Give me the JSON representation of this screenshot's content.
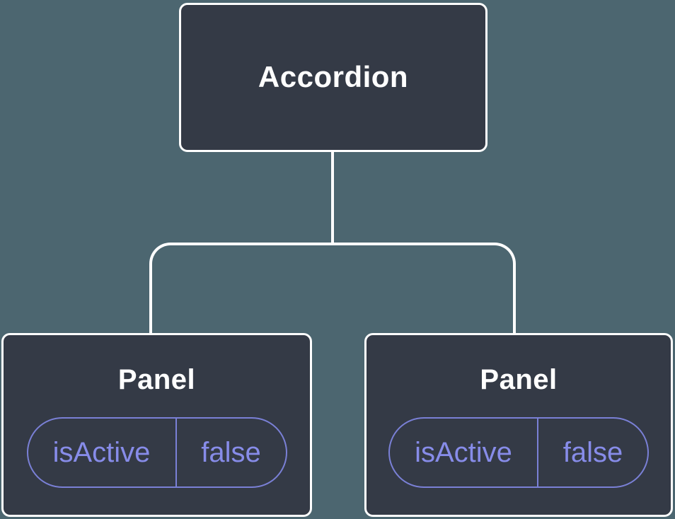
{
  "diagram": {
    "type": "component-tree",
    "root": {
      "label": "Accordion"
    },
    "children": [
      {
        "label": "Panel",
        "state": {
          "name": "isActive",
          "value": "false"
        }
      },
      {
        "label": "Panel",
        "state": {
          "name": "isActive",
          "value": "false"
        }
      }
    ],
    "colors": {
      "background": "#4C6670",
      "node_fill": "#343A46",
      "node_border": "#FFFFFF",
      "node_text": "#FFFFFF",
      "connector": "#FFFFFF",
      "pill_border": "#7A80D6",
      "pill_text": "#878CE9"
    }
  }
}
